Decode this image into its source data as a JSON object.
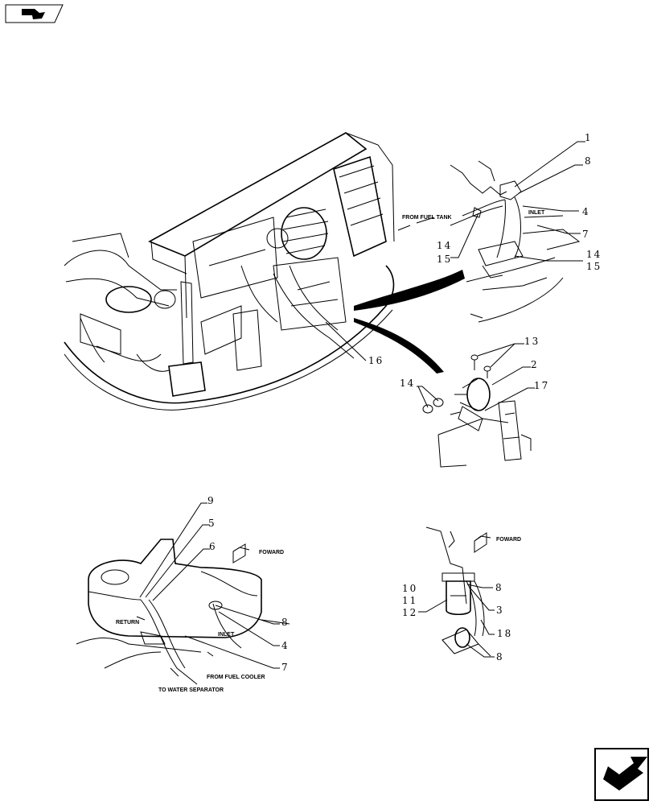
{
  "icons": {
    "top_left": "page-turn-arrow-icon",
    "bottom_right": "next-page-arrow-icon"
  },
  "notes": {
    "from_fuel_tank": "FROM FUEL TANK",
    "inlet_top": "INLET",
    "foward_left": "FOWARD",
    "foward_right": "FOWARD",
    "return": "RETURN",
    "inlet_left": "INLET",
    "from_fuel_cooler": "FROM FUEL COOLER",
    "to_water_separator": "TO WATER SEPARATOR"
  },
  "callouts": {
    "c1": "1",
    "c8a": "8",
    "c4a": "4",
    "c7a": "7",
    "c14a": "14",
    "c15a": "15",
    "c14b": "14",
    "c15b": "15",
    "c16": "16",
    "c13": "13",
    "c2": "2",
    "c17": "17",
    "c14c": "14",
    "c9": "9",
    "c5": "5",
    "c6": "6",
    "c8b": "8",
    "c4b": "4",
    "c7b": "7",
    "c10": "10",
    "c11": "11",
    "c12": "12",
    "c8c": "8",
    "c3": "3",
    "c18": "18",
    "c8d": "8"
  }
}
